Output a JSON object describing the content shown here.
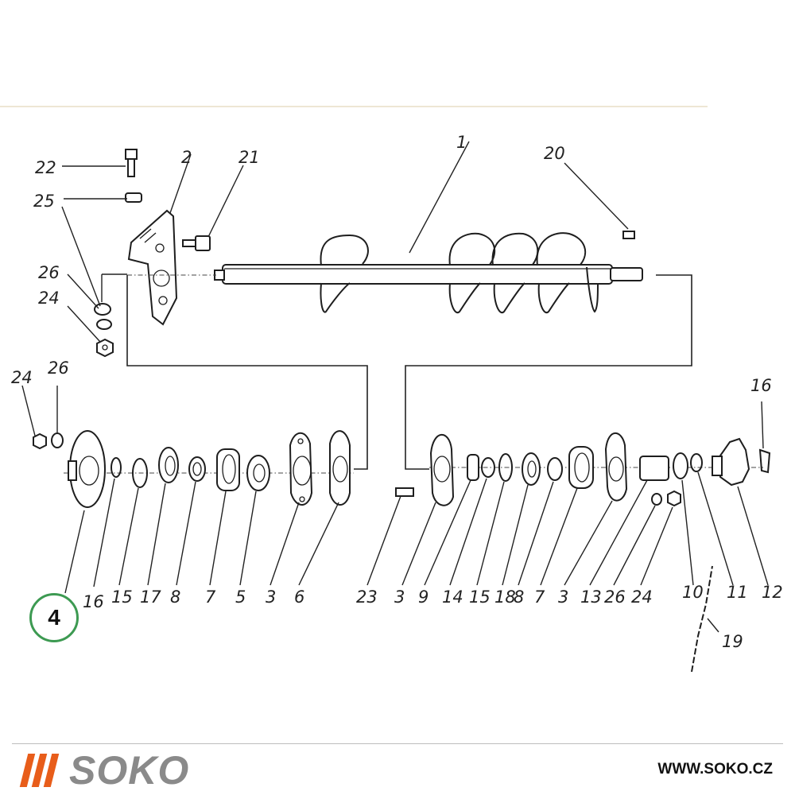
{
  "figure_badge": "4",
  "brand": {
    "name": "SOKO",
    "website": "WWW.SOKO.CZ",
    "accent_color": "#e85d1a",
    "text_color": "#8a8a8a"
  },
  "badge_ring_color": "#3d9a52",
  "part_labels": [
    {
      "id": "auger",
      "text": "1"
    },
    {
      "id": "bracket",
      "text": "2"
    },
    {
      "id": "set-screw",
      "text": "20"
    },
    {
      "id": "bolt-top",
      "text": "21"
    },
    {
      "id": "bolt-22",
      "text": "22"
    },
    {
      "id": "washer-25",
      "text": "25"
    },
    {
      "id": "washer-26-top",
      "text": "26"
    },
    {
      "id": "nut-24-top",
      "text": "24"
    },
    {
      "id": "nut-24-left",
      "text": "24"
    },
    {
      "id": "washer-26-left",
      "text": "26"
    },
    {
      "id": "clip-16-right",
      "text": "16"
    },
    {
      "id": "l-flange",
      "text": "16"
    },
    {
      "id": "l-circlip",
      "text": "15"
    },
    {
      "id": "l-bearing-17",
      "text": "17"
    },
    {
      "id": "l-ring-8",
      "text": "8"
    },
    {
      "id": "l-housing-7",
      "text": "7"
    },
    {
      "id": "l-bearing-5",
      "text": "5"
    },
    {
      "id": "l-flange-3",
      "text": "3"
    },
    {
      "id": "l-gasket-6",
      "text": "6"
    },
    {
      "id": "r-bolt-23",
      "text": "23"
    },
    {
      "id": "r-flange-3",
      "text": "3"
    },
    {
      "id": "r-ring-9",
      "text": "9"
    },
    {
      "id": "r-ring-14",
      "text": "14"
    },
    {
      "id": "r-circlip-15",
      "text": "15"
    },
    {
      "id": "r-bearing-18",
      "text": "18"
    },
    {
      "id": "r-ring-8",
      "text": "8"
    },
    {
      "id": "r-housing-7",
      "text": "7"
    },
    {
      "id": "r-flange-3b",
      "text": "3"
    },
    {
      "id": "r-sleeve-13",
      "text": "13"
    },
    {
      "id": "r-washer-26",
      "text": "26"
    },
    {
      "id": "r-nut-24",
      "text": "24"
    },
    {
      "id": "r-washer-10",
      "text": "10"
    },
    {
      "id": "r-ring-11",
      "text": "11"
    },
    {
      "id": "r-sprocket-12",
      "text": "12"
    },
    {
      "id": "r-chain-19",
      "text": "19"
    }
  ]
}
